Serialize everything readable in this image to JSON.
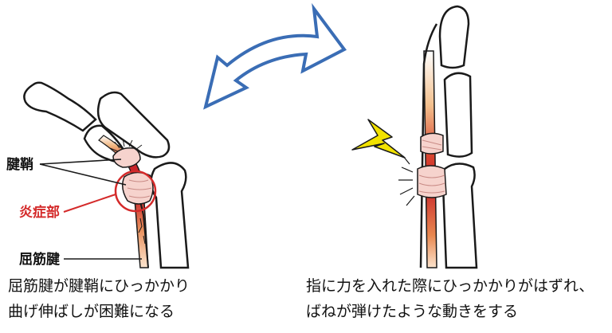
{
  "labels": {
    "tendon_sheath": "腱鞘",
    "inflamed_area": "炎症部",
    "flexor_tendon": "屈筋腱"
  },
  "captions": {
    "left": {
      "line1": "屈筋腱が腱鞘にひっかかり",
      "line2": "曲げ伸ばしが困難になる"
    },
    "right": {
      "line1": "指に力を入れた際にひっかかりがはずれ、",
      "line2": "ばねが弾けたような動きをする"
    }
  },
  "colors": {
    "outline": "#1a1a1a",
    "arrow": "#3a6db5",
    "inflamed": "#d42a2a",
    "tendon_red": "#c8242a",
    "tendon_orange": "#f0b27a",
    "sheath": "#f6d3cd",
    "lightning": "#f2e200"
  }
}
